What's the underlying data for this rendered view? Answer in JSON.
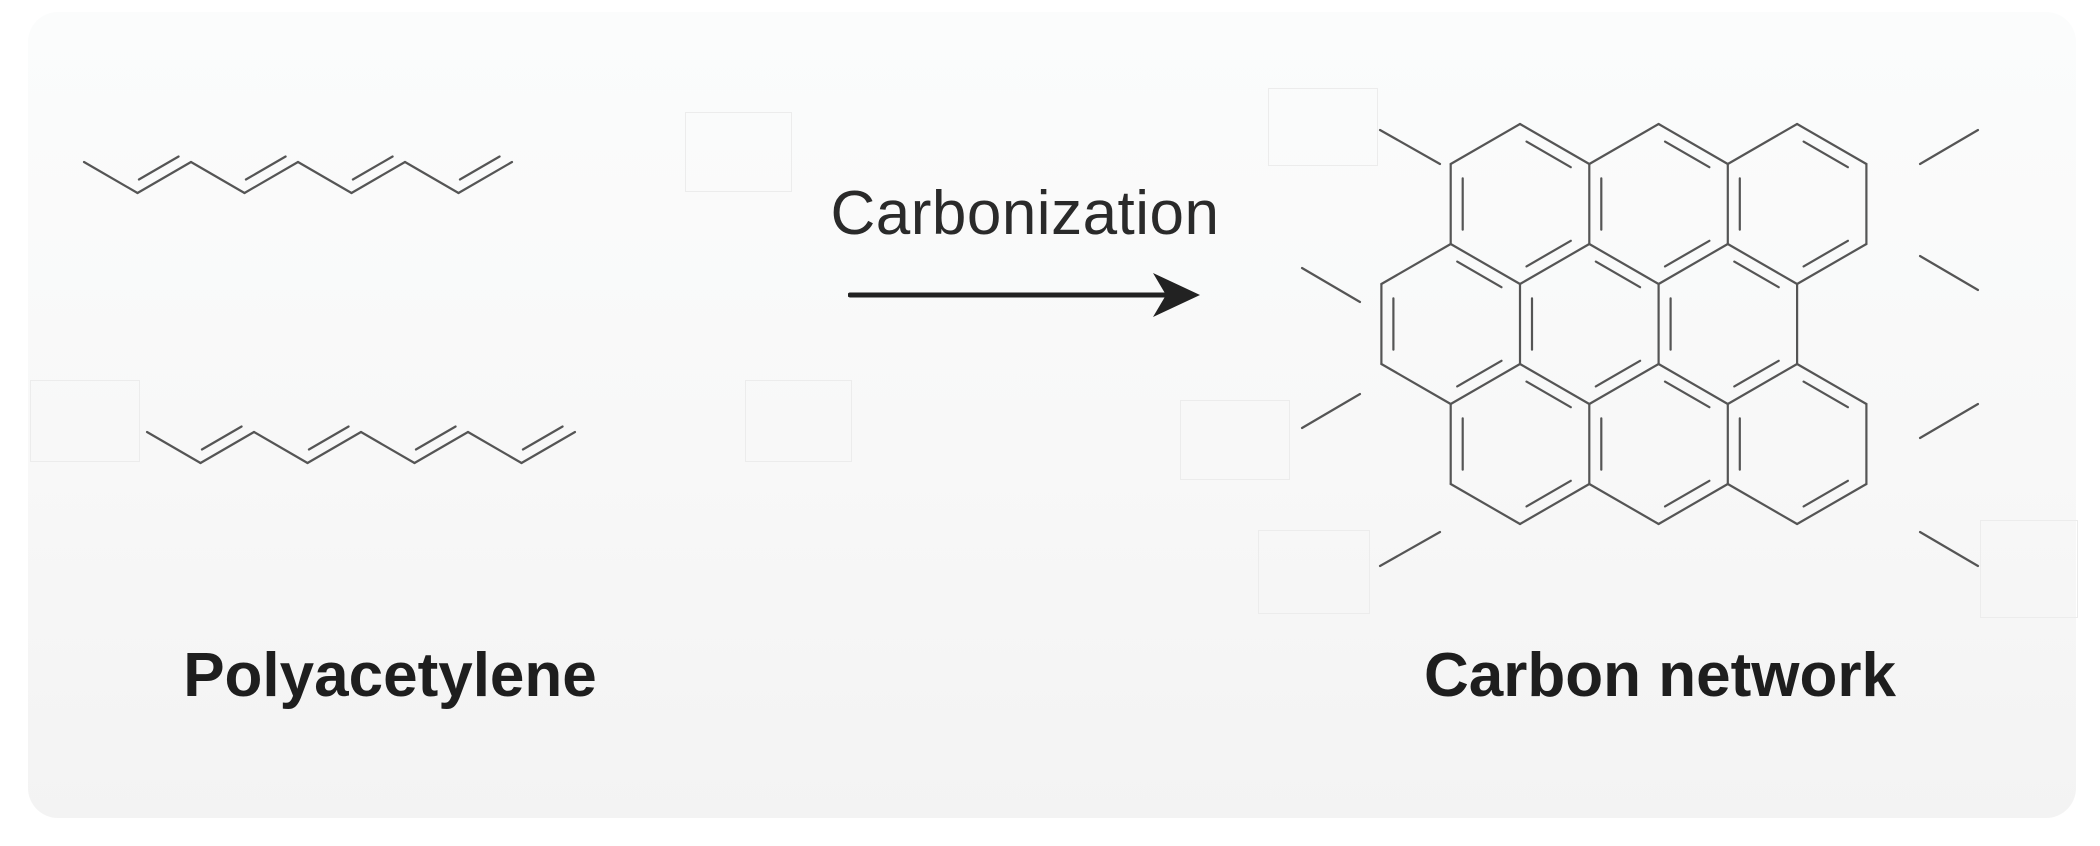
{
  "reaction": {
    "label": "Carbonization"
  },
  "reactant": {
    "name": "Polyacetylene"
  },
  "product": {
    "name": "Carbon network"
  },
  "colors": {
    "bond": "#555555",
    "text": "#1e1e1e",
    "arrow": "#222222",
    "card": "#f8f8f8"
  }
}
